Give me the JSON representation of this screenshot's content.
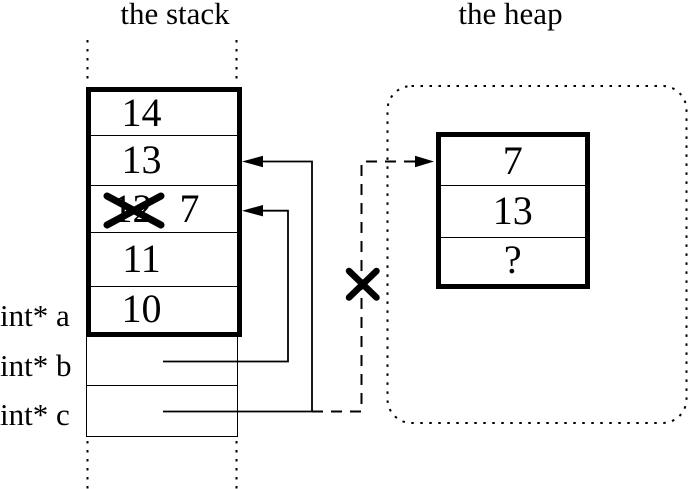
{
  "diagram": {
    "stack": {
      "title": "the stack",
      "cells": [
        {
          "value": "14"
        },
        {
          "value": "13"
        },
        {
          "value": "12",
          "crossed_out": true,
          "new_value": "7"
        },
        {
          "value": "11"
        },
        {
          "value": "10"
        }
      ],
      "pointer_labels": {
        "a": "int* a",
        "b": "int* b",
        "c": "int* c"
      }
    },
    "heap": {
      "title": "the heap",
      "cells": [
        {
          "value": "7"
        },
        {
          "value": "13"
        },
        {
          "value": "?"
        }
      ]
    },
    "colors": {
      "foreground": "#000000",
      "background": "#ffffff"
    }
  }
}
